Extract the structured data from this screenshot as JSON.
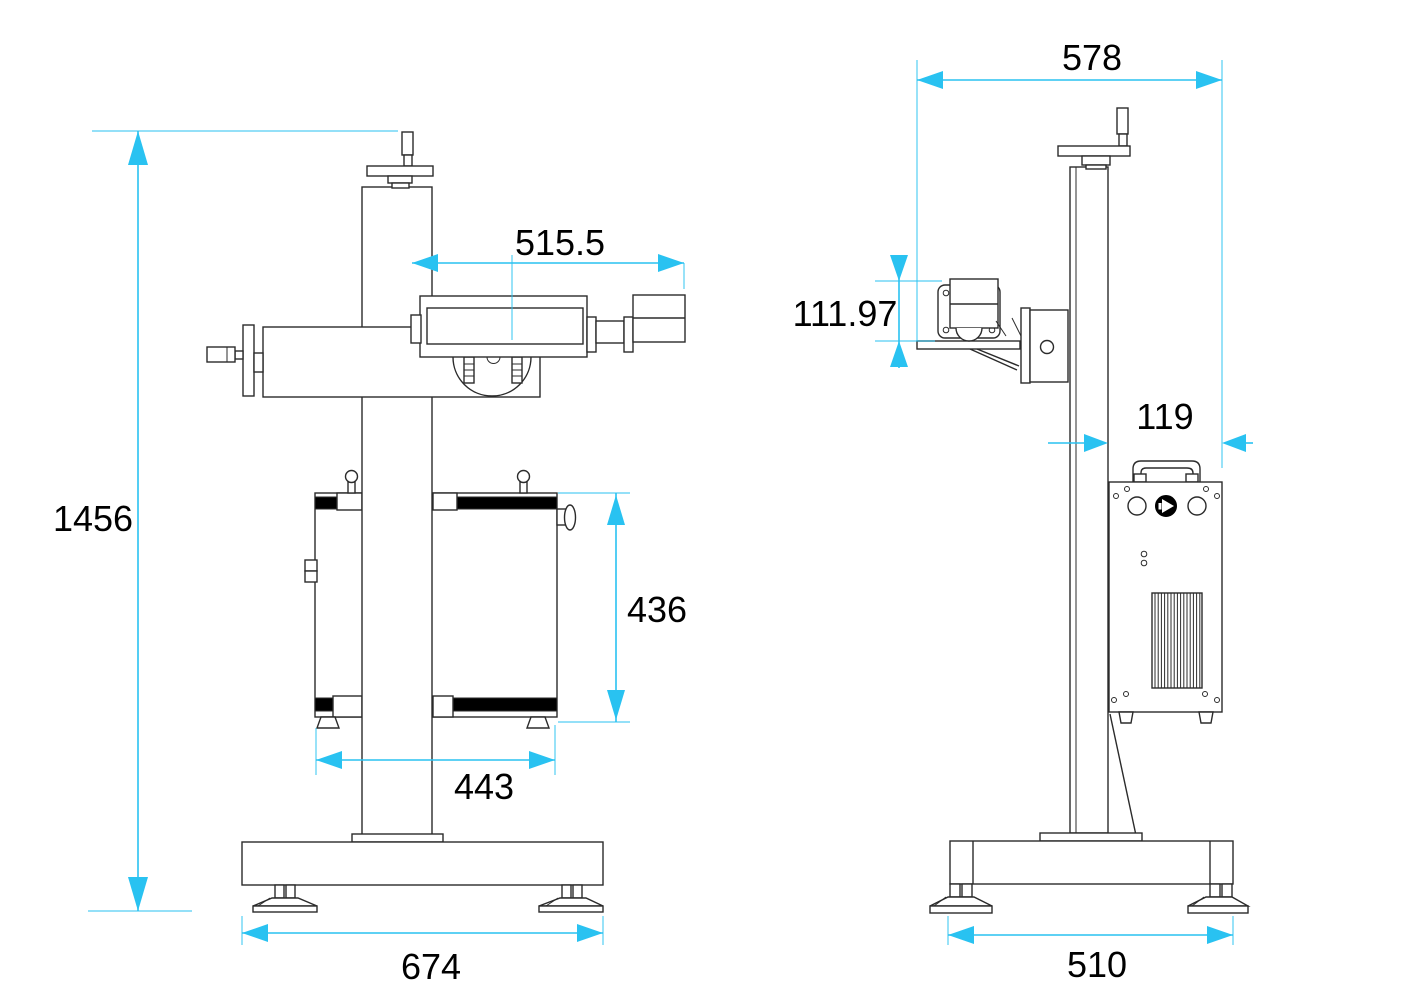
{
  "document": {
    "type": "technical-dimension-drawing",
    "subject": "laser marking machine two-view outline drawing",
    "background": "#ffffff"
  },
  "colors": {
    "dimension_accent": "#29C2F1",
    "drawing_line": "#2b2b2b",
    "filled_band": "#000000"
  },
  "front_view": {
    "dims": {
      "total_height": "1456",
      "rail_length": "515.5",
      "laser_box_height": "436",
      "laser_box_width": "443",
      "base_width": "674"
    }
  },
  "side_view": {
    "dims": {
      "overall_depth": "578",
      "head_height": "111.97",
      "cabinet_depth": "119",
      "base_depth": "510"
    }
  }
}
